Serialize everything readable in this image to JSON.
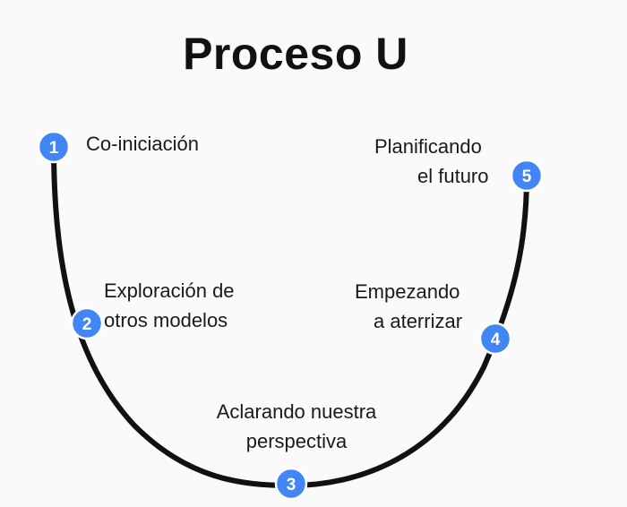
{
  "title": "Proceso U",
  "colors": {
    "curve": "#111111",
    "node_fill": "#4285f4",
    "node_stroke": "#ffffff",
    "text": "#1a1a1a"
  },
  "steps": [
    {
      "number": "1",
      "lines": [
        "Co-iniciación"
      ]
    },
    {
      "number": "2",
      "lines": [
        "Exploración de",
        "otros modelos"
      ]
    },
    {
      "number": "3",
      "lines": [
        "Aclarando nuestra",
        "perspectiva"
      ]
    },
    {
      "number": "4",
      "lines": [
        "Empezando",
        "a aterrizar"
      ]
    },
    {
      "number": "5",
      "lines": [
        "Planificando",
        "el futuro"
      ]
    }
  ]
}
